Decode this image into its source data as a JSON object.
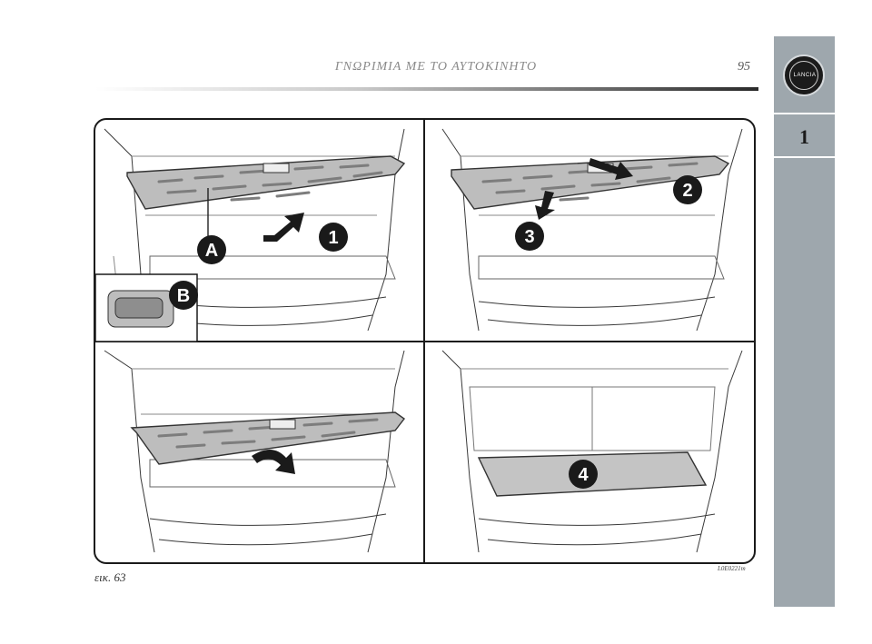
{
  "header": {
    "title": "ΓΝΩΡΙΜΙΑ ΜΕ ΤΟ ΑΥΤΟΚΙΝΗΤΟ",
    "page_number": "95"
  },
  "side_tab": {
    "logo_text": "LANCIA",
    "chapter": "1"
  },
  "figure": {
    "callouts": {
      "a": "A",
      "b": "B",
      "one": "1",
      "two": "2",
      "three": "3",
      "four": "4"
    },
    "caption": "εικ. 63",
    "code": "L0E0221m"
  }
}
